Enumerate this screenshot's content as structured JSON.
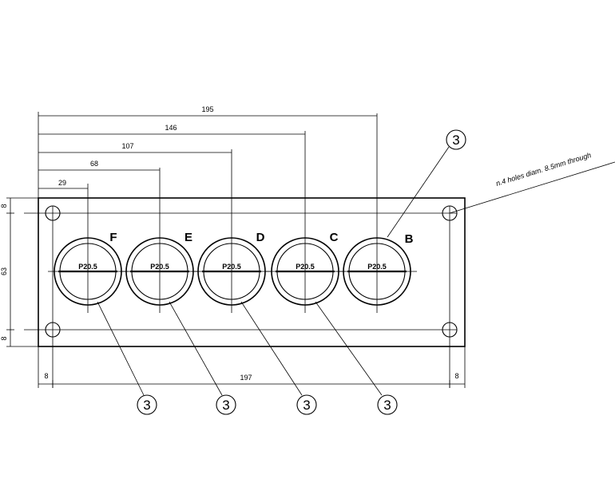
{
  "dimensions": {
    "top_chain": [
      "195",
      "146",
      "107",
      "68",
      "29"
    ],
    "bottom_total": "197",
    "bottom_left_margin": "8",
    "bottom_right_margin": "8",
    "left_top": "8",
    "left_height": "63",
    "left_bottom": "8"
  },
  "gland_letters": [
    "F",
    "E",
    "D",
    "C",
    "B"
  ],
  "gland_part": "P20.5",
  "callout_number": "3",
  "note": "n.4 holes diam. 8.5mm through"
}
